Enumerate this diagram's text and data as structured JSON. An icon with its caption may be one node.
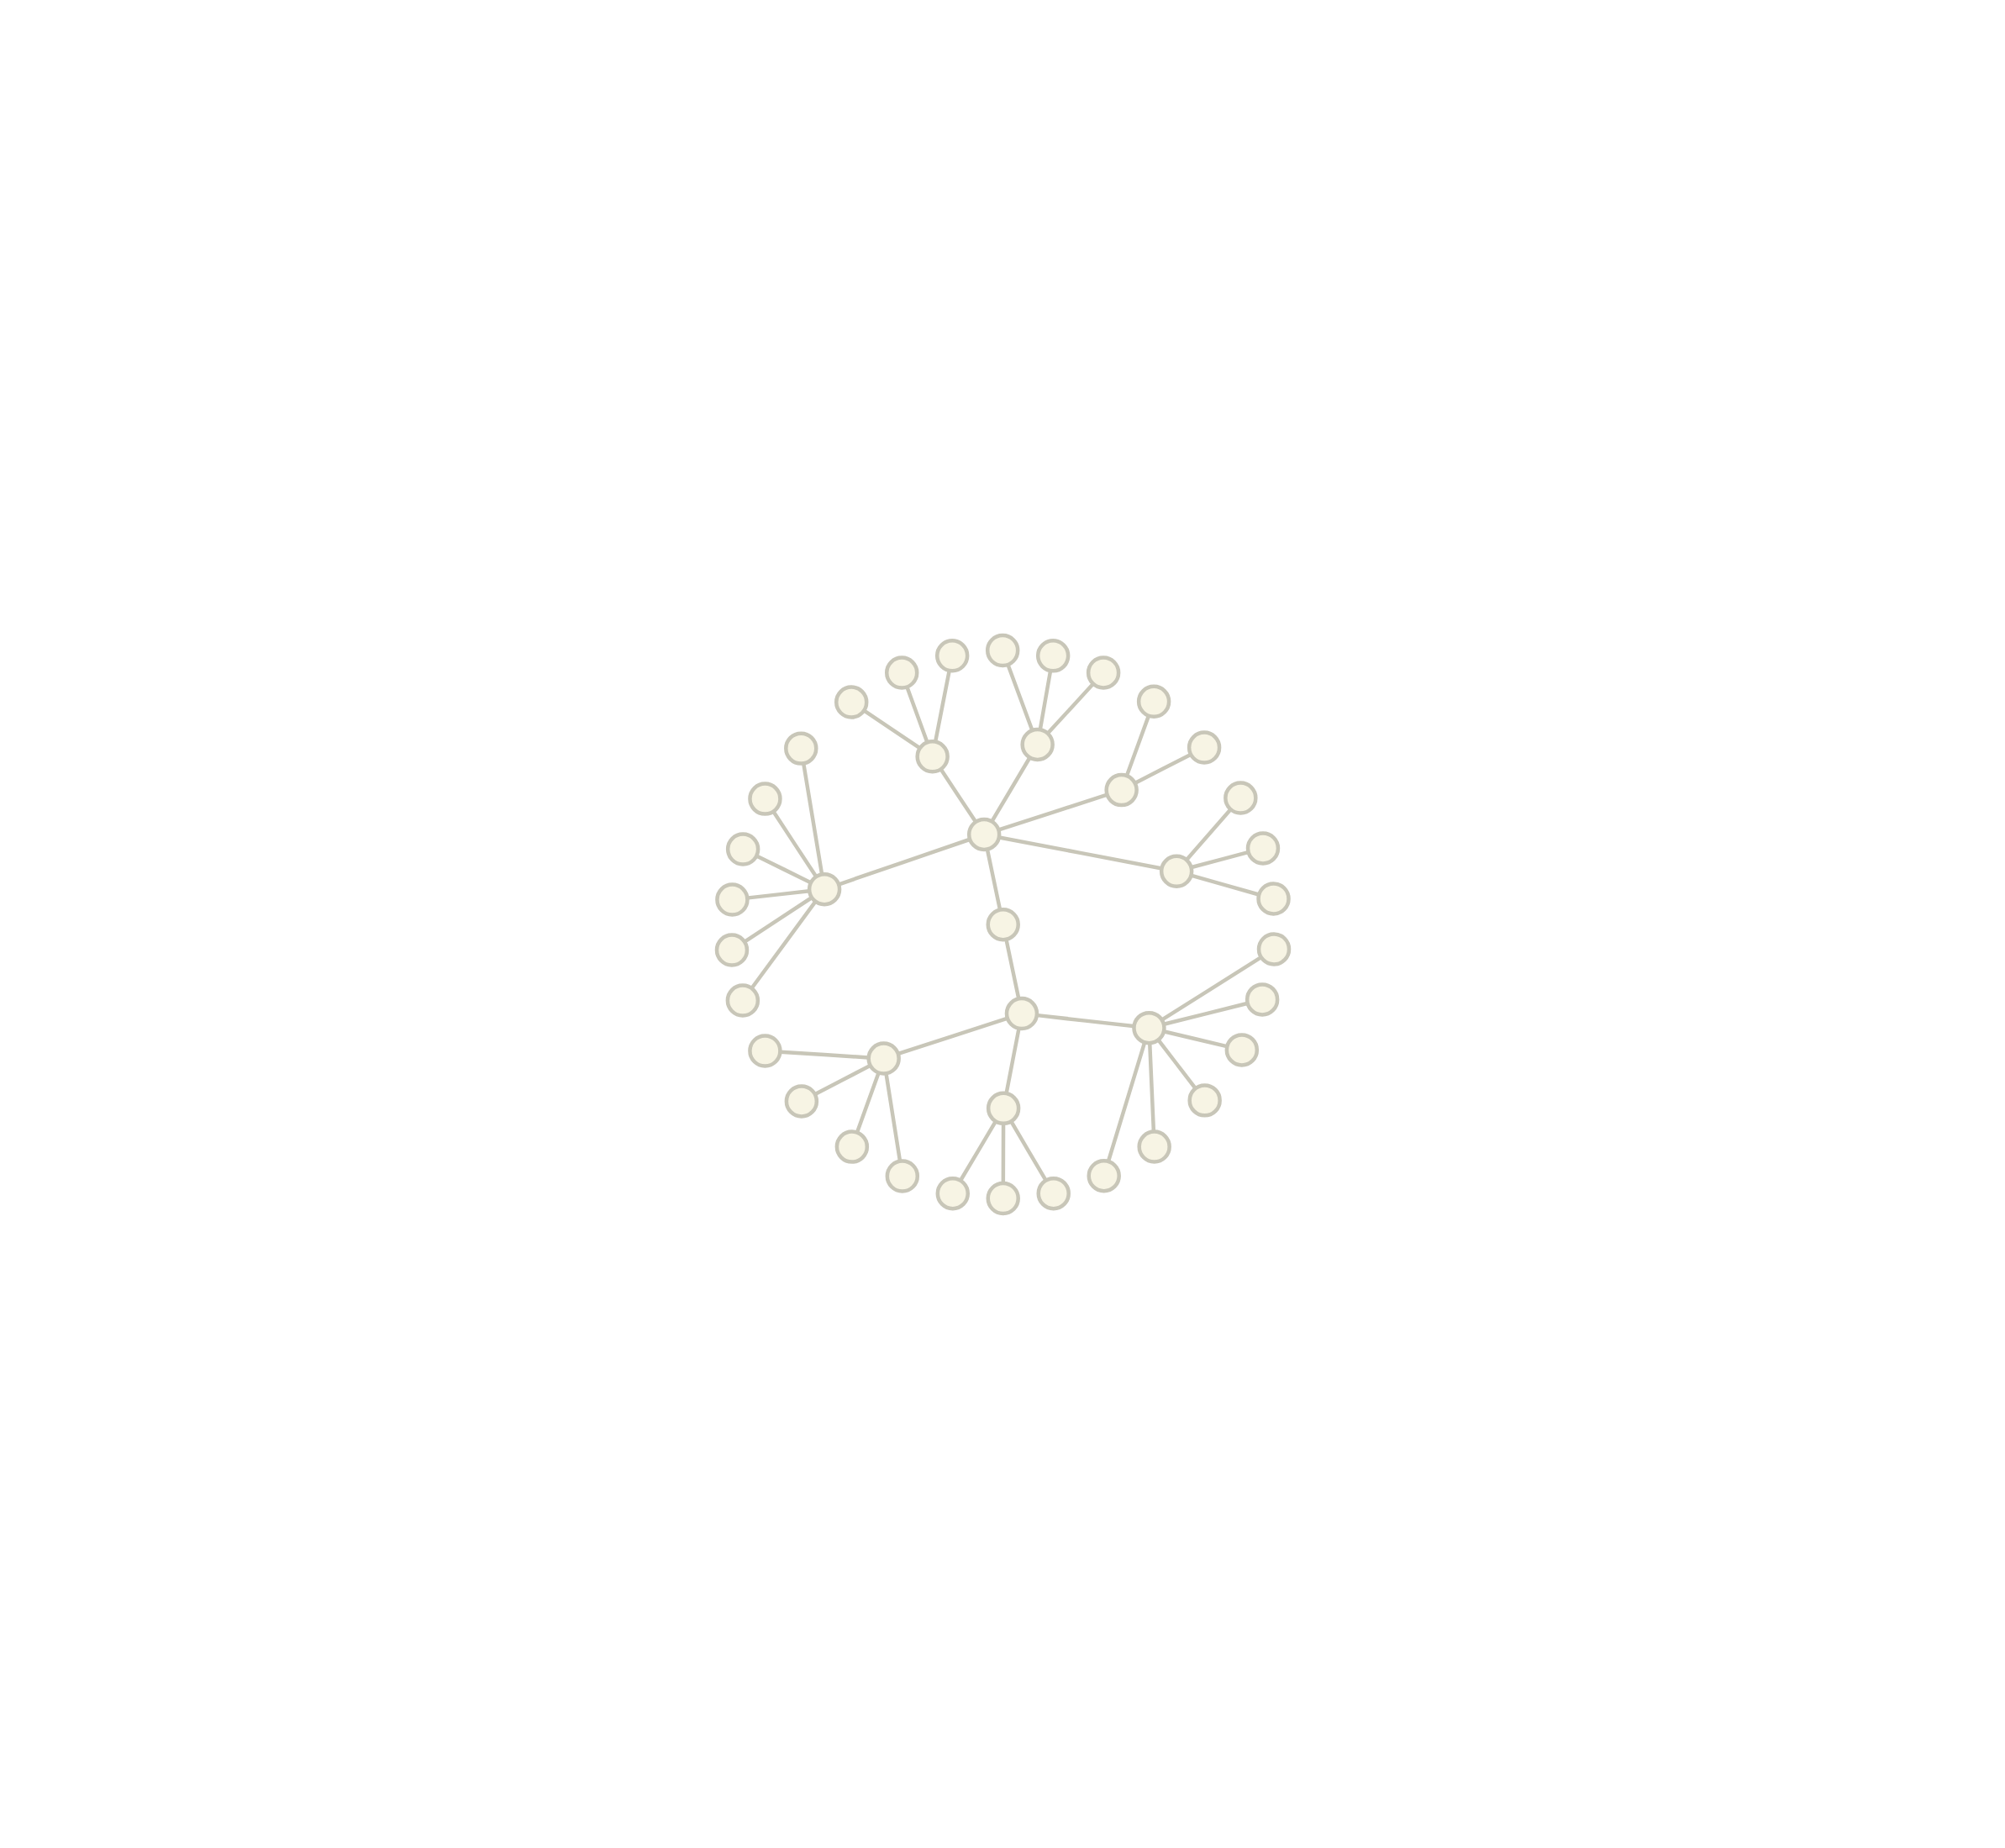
{
  "diagram": {
    "nodes": [
      {
        "text": [],
        "shape": "circle"
      },
      {
        "text": [],
        "shape": "circle"
      },
      {
        "text": [],
        "shape": "circle"
      },
      {
        "text": [],
        "shape": "circle"
      },
      {
        "text": [],
        "shape": "circle"
      },
      {
        "text": [],
        "shape": "circle"
      },
      {
        "text": [],
        "shape": "circle"
      },
      {
        "text": [],
        "shape": "circle"
      },
      {
        "text": [],
        "shape": "circle"
      },
      {
        "text": [],
        "shape": "circle"
      },
      {
        "text": [],
        "shape": "circle"
      },
      {
        "text": [],
        "shape": "circle"
      },
      {
        "text": [],
        "shape": "circle"
      },
      {
        "text": [],
        "shape": "circle"
      },
      {
        "text": [],
        "shape": "circle"
      },
      {
        "text": [],
        "shape": "circle"
      },
      {
        "text": [],
        "shape": "circle"
      },
      {
        "text": [],
        "shape": "circle"
      },
      {
        "text": [],
        "shape": "circle"
      },
      {
        "text": [],
        "shape": "circle"
      },
      {
        "text": [],
        "shape": "circle"
      },
      {
        "text": [],
        "shape": "circle"
      },
      {
        "text": [],
        "shape": "circle"
      },
      {
        "text": [],
        "shape": "circle"
      },
      {
        "text": [],
        "shape": "circle"
      },
      {
        "text": [],
        "shape": "circle"
      },
      {
        "text": [],
        "shape": "circle"
      },
      {
        "text": [],
        "shape": "circle"
      },
      {
        "text": [],
        "shape": "circle"
      },
      {
        "text": [],
        "shape": "circle"
      },
      {
        "text": [],
        "shape": "circle"
      },
      {
        "text": [],
        "shape": "circle"
      },
      {
        "text": [],
        "shape": "circle"
      },
      {
        "text": [],
        "shape": "circle"
      },
      {
        "text": [],
        "shape": "circle"
      },
      {
        "text": [],
        "shape": "circle"
      },
      {
        "text": [],
        "shape": "circle"
      },
      {
        "text": [],
        "shape": "circle"
      },
      {
        "text": [],
        "shape": "circle"
      },
      {
        "text": [],
        "shape": "circle"
      },
      {
        "text": [],
        "shape": "circle"
      }
    ],
    "edges": [
      {
        "from": 0,
        "to": 1,
        "arrow": "none"
      },
      {
        "from": 0,
        "to": 2,
        "arrow": "none"
      },
      {
        "from": 1,
        "to": 3,
        "arrow": "none"
      },
      {
        "from": 1,
        "to": 4,
        "arrow": "none"
      },
      {
        "from": 1,
        "to": 5,
        "arrow": "none"
      },
      {
        "from": 1,
        "to": 6,
        "arrow": "none"
      },
      {
        "from": 1,
        "to": 7,
        "arrow": "none"
      },
      {
        "from": 2,
        "to": 8,
        "arrow": "none"
      },
      {
        "from": 2,
        "to": 9,
        "arrow": "none"
      },
      {
        "from": 2,
        "to": 10,
        "arrow": "none"
      },
      {
        "from": 3,
        "to": 11,
        "arrow": "none"
      },
      {
        "from": 3,
        "to": 12,
        "arrow": "none"
      },
      {
        "from": 3,
        "to": 13,
        "arrow": "none"
      },
      {
        "from": 4,
        "to": 14,
        "arrow": "none"
      },
      {
        "from": 4,
        "to": 15,
        "arrow": "none"
      },
      {
        "from": 5,
        "to": 16,
        "arrow": "none"
      },
      {
        "from": 5,
        "to": 17,
        "arrow": "none"
      },
      {
        "from": 5,
        "to": 18,
        "arrow": "none"
      },
      {
        "from": 6,
        "to": 19,
        "arrow": "none"
      },
      {
        "from": 6,
        "to": 20,
        "arrow": "none"
      },
      {
        "from": 6,
        "to": 21,
        "arrow": "none"
      },
      {
        "from": 7,
        "to": 22,
        "arrow": "none"
      },
      {
        "from": 7,
        "to": 23,
        "arrow": "none"
      },
      {
        "from": 7,
        "to": 24,
        "arrow": "none"
      },
      {
        "from": 7,
        "to": 25,
        "arrow": "none"
      },
      {
        "from": 7,
        "to": 26,
        "arrow": "none"
      },
      {
        "from": 7,
        "to": 27,
        "arrow": "none"
      },
      {
        "from": 8,
        "to": 28,
        "arrow": "none"
      },
      {
        "from": 8,
        "to": 29,
        "arrow": "none"
      },
      {
        "from": 8,
        "to": 30,
        "arrow": "none"
      },
      {
        "from": 8,
        "to": 31,
        "arrow": "none"
      },
      {
        "from": 9,
        "to": 32,
        "arrow": "none"
      },
      {
        "from": 9,
        "to": 33,
        "arrow": "none"
      },
      {
        "from": 9,
        "to": 34,
        "arrow": "none"
      },
      {
        "from": 10,
        "to": 35,
        "arrow": "none"
      },
      {
        "from": 10,
        "to": 36,
        "arrow": "none"
      },
      {
        "from": 10,
        "to": 37,
        "arrow": "none"
      },
      {
        "from": 10,
        "to": 38,
        "arrow": "none"
      },
      {
        "from": 10,
        "to": 39,
        "arrow": "none"
      },
      {
        "from": 10,
        "to": 40,
        "arrow": "none"
      }
    ]
  }
}
